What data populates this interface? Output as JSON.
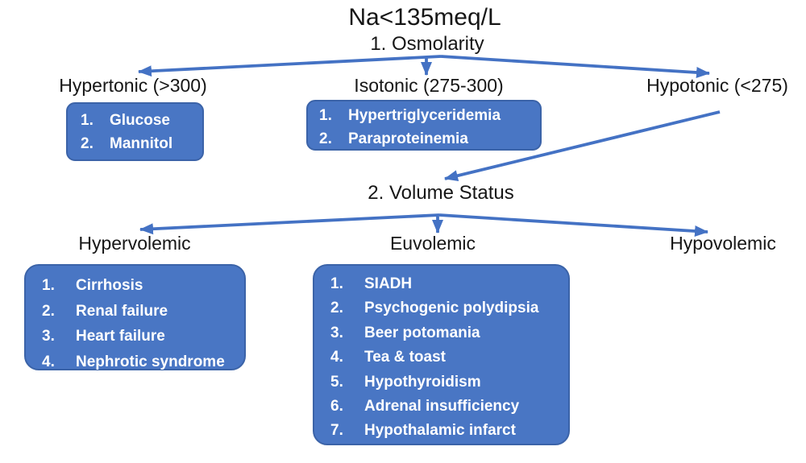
{
  "title": "Na<135meq/L",
  "colors": {
    "box_fill": "#4976C4",
    "box_border": "#3B63A8",
    "arrow": "#4472C4",
    "heading_text": "#161616",
    "box_text": "#FFFFFF"
  },
  "osmolarity": {
    "label": "1. Osmolarity",
    "branches": [
      {
        "label": "Hypertonic (>300)",
        "items": [
          "Glucose",
          "Mannitol"
        ]
      },
      {
        "label": "Isotonic (275-300)",
        "items": [
          "Hypertriglyceridemia",
          "Paraproteinemia"
        ]
      },
      {
        "label": "Hypotonic (<275)",
        "items": []
      }
    ]
  },
  "volume_status": {
    "label": "2. Volume Status",
    "branches": [
      {
        "label": "Hypervolemic",
        "items": [
          "Cirrhosis",
          "Renal failure",
          "Heart failure",
          "Nephrotic syndrome"
        ]
      },
      {
        "label": "Euvolemic",
        "items": [
          "SIADH",
          "Psychogenic polydipsia",
          "Beer potomania",
          "Tea & toast",
          "Hypothyroidism",
          "Adrenal insufficiency",
          "Hypothalamic infarct"
        ]
      },
      {
        "label": "Hypovolemic",
        "items": []
      }
    ]
  }
}
